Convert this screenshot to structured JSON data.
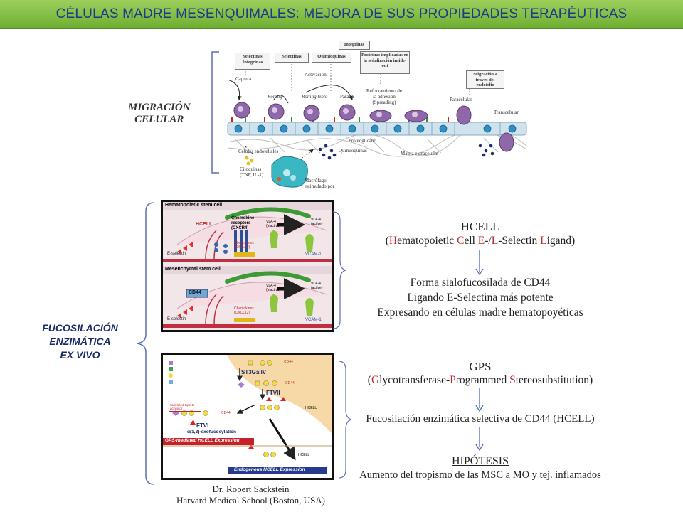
{
  "title": "CÉLULAS MADRE MESENQUIMALES: MEJORA DE SUS PROPIEDADES TERAPÉUTICAS",
  "migration": {
    "section_label_1": "MIGRACIÓN",
    "section_label_2": "CELULAR",
    "box_selectinas_integrinas": "Selectinas Integrinas",
    "box_selectinas": "Selectinas",
    "box_quimioquinas": "Quimioquinas",
    "box_integrinas": "Integrinas",
    "box_proteinas": "Proteínas implicadas en la señalización inside-out",
    "box_migracion": "Migración a través del endotelio",
    "lbl_captura": "Captura",
    "lbl_activacion": "Activación",
    "lbl_rolling": "Rolling",
    "lbl_rolling_lento": "Rolling lento",
    "lbl_parada": "Parada",
    "lbl_reforzamiento": "Reforzamiento de la adhesión (Spreading)",
    "lbl_paracelular": "Paracelular",
    "lbl_transcelular": "Transcelular",
    "lbl_proteoglicano": "Proteoglicano",
    "lbl_celulas_endoteliales": "Células endoteliales",
    "lbl_quimioquinas": "Quimioquinas",
    "lbl_matriz": "Matriz extracelular",
    "lbl_citoquinas": "Citoquinas (TNF, IL-1)",
    "lbl_macrofago": "Macrófago estimulado por"
  },
  "fucosilacion": {
    "label_1": "FUCOSILACIÓN",
    "label_2": "ENZIMÁTICA",
    "label_3": "EX VIVO"
  },
  "panel1": {
    "hsc_header": "Hematopoietic stem cell",
    "hcell": "HCELL",
    "chemokine_receptors": "Chemokine receptors (CXCR4)",
    "vla4_inactive": "VLA-4 (inactive)",
    "vla4_active": "VLA-4 (active)",
    "chemokines": "Chemokines (CXCL12)",
    "e_selectin": "E-selectin",
    "vcam": "VCAM-1",
    "msc_header": "Mesenchymal stem cell",
    "cd44": "CD44",
    "vla4_inactive_2": "VLA-4 (inactive)",
    "vla4_active_2": "VLA-4 (active)",
    "chemokines_2": "Chemokines (CXCL12)",
    "e_selectin_2": "E-selectin",
    "vcam_2": "VCAM-1"
  },
  "hcell_text": {
    "title": "HCELL",
    "acronym": {
      "open": "(",
      "h": "H",
      "ematopoietic": "ematopoietic ",
      "c": "C",
      "ell": "ell ",
      "e": "E",
      "slash": "-/",
      "l": "L",
      "selectin": "-Selectin ",
      "l2": "L",
      "igand": "igand)"
    },
    "line1": "Forma sialofucosilada de CD44",
    "line2": "Ligando E-Selectina más potente",
    "line3": "Expresando en células madre hematopoyéticas"
  },
  "panel2": {
    "st3": "ST3GalIV",
    "ftvii": "FTVII",
    "ftvi": "FTVI",
    "cd44_a": "CD44",
    "cd44_b": "CD44",
    "cd44_c": "CD44",
    "hcell_a": "HCELL",
    "hcell_b": "HCELL",
    "sialylated": "Sialylated type 2 acceptor",
    "exofuco": "α(1,3)-exofucosylation",
    "gps_banner": "GPS-mediated HCELL Expression",
    "endo_banner": "Endogenous HCELL Expression"
  },
  "gps_text": {
    "title": "GPS",
    "acronym": {
      "open": "(",
      "g": "G",
      "lyco": "lycotransferase-",
      "p": "P",
      "rogrammed": "rogrammed ",
      "s": "S",
      "tereo": "tereosubstitution)"
    },
    "line1": "Fucosilación enzimática selectiva de CD44 (HCELL)",
    "hipotesis": "HIPÓTESIS",
    "line2": "Aumento del tropismo de las MSC a MO y tej. inflamados"
  },
  "credit": {
    "name": "Dr. Robert Sackstein",
    "affiliation": "Harvard Medical School (Boston, USA)"
  },
  "colors": {
    "title_bg": "#7fbd3f",
    "title_text": "#1a3a8a",
    "bracket": "#5a6fb5",
    "arrow": "#4a6db5",
    "accent_red": "#c1272d",
    "cell_purple": "#7a4f8f"
  }
}
